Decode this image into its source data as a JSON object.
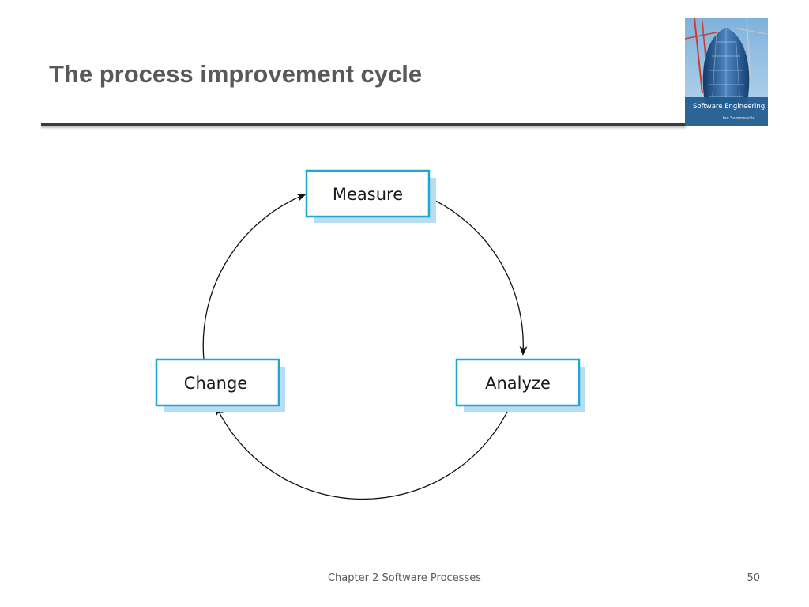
{
  "slide": {
    "title": "The process improvement cycle",
    "footer_text": "Chapter 2 Software Processes",
    "page_number": "50"
  },
  "book_cover": {
    "title": "Software Engineering",
    "author": "Ian Sommerville"
  },
  "diagram": {
    "nodes": {
      "measure": "Measure",
      "analyze": "Analyze",
      "change": "Change"
    },
    "colors": {
      "box_border": "#1ea6d8",
      "box_shadow": "#b8ddf0",
      "arrow": "#111111"
    }
  }
}
